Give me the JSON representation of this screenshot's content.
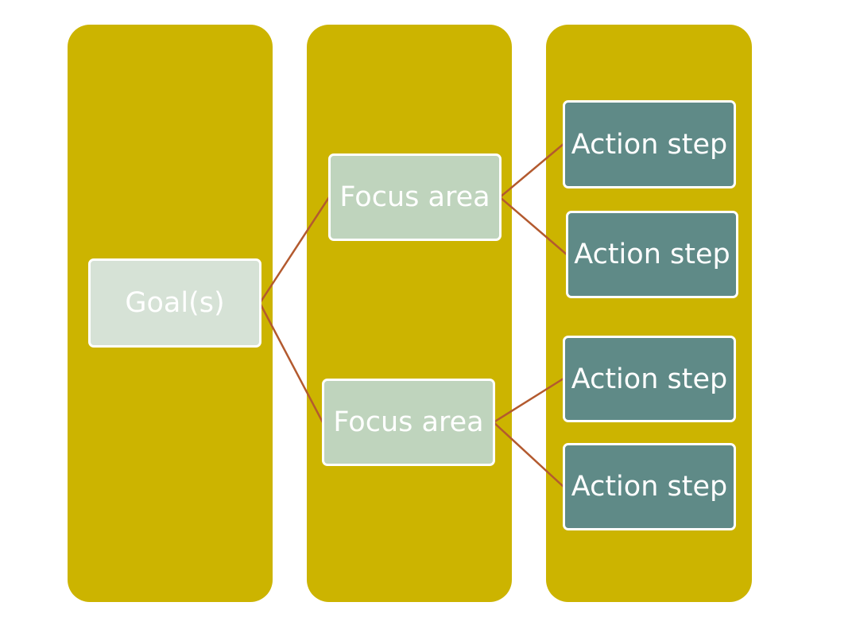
{
  "diagram": {
    "goal": {
      "label": "Goal(s)"
    },
    "focus_areas": [
      {
        "label": "Focus area"
      },
      {
        "label": "Focus area"
      }
    ],
    "action_steps": [
      {
        "label": "Action step"
      },
      {
        "label": "Action step"
      },
      {
        "label": "Action step"
      },
      {
        "label": "Action step"
      }
    ]
  },
  "colors": {
    "column": "#ccb400",
    "goal_box": "#d6e2d6",
    "focus_box": "#bfd4bd",
    "action_box": "#5f8a87",
    "connector": "#b35a2f",
    "text": "#ffffff"
  }
}
